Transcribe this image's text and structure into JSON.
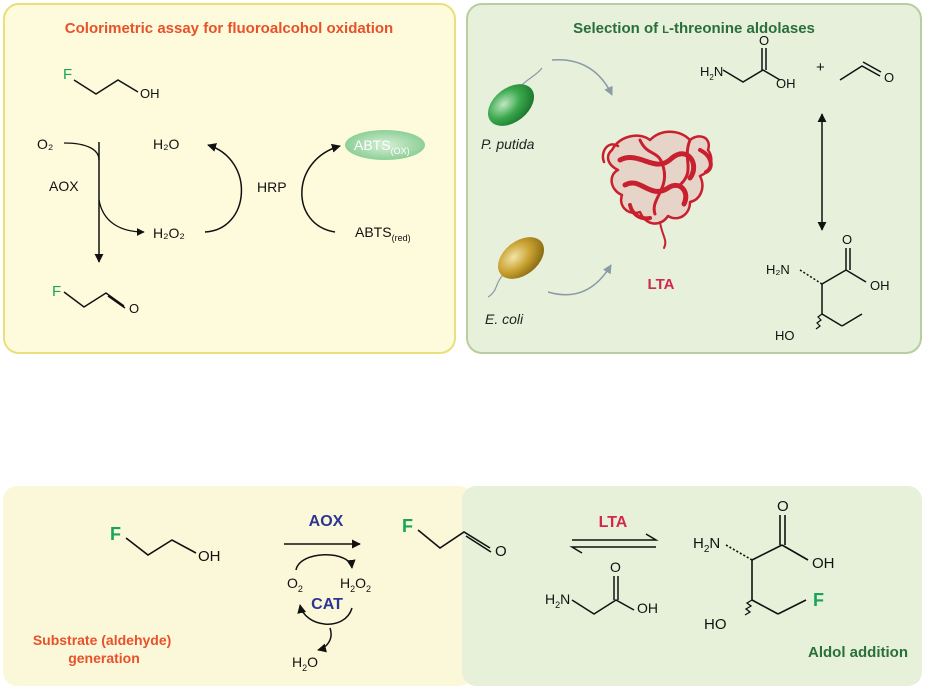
{
  "panels": {
    "assay": {
      "title": "Colorimetric assay for fluoroalcohol oxidation",
      "title_color": "#e8512a",
      "substrate": {
        "f": "F",
        "oh": "OH"
      },
      "product": {
        "f": "F",
        "o": "O"
      },
      "o2": "O₂",
      "aox": "AOX",
      "h2o": "H₂O",
      "h2o2": "H₂O₂",
      "hrp": "HRP",
      "abts_ox": {
        "base": "ABTS",
        "sub": "(OX)"
      },
      "abts_red": {
        "base": "ABTS",
        "sub": "(red)"
      },
      "fluorine_color": "#1aa35a",
      "abts_ox_color": "#7fc98a"
    },
    "aldolase": {
      "title_prefix": "Selection of ",
      "title_small_caps": "L",
      "title_suffix": "-threonine aldolases",
      "title_color": "#2a6f3a",
      "organism1": "P. putida",
      "organism2": "E. coli",
      "enzyme": "LTA",
      "enzyme_color": "#d22850",
      "glycine": {
        "h2n_h": "H",
        "h2n_sub": "2",
        "h2n_n": "N",
        "o": "O",
        "oh": "OH"
      },
      "plus": "+",
      "acetaldehyde": {
        "o": "O"
      },
      "product": {
        "h2n": "H₂N",
        "o": "O",
        "oh": "OH",
        "ho": "HO"
      },
      "cell1_color": "#3aa84c",
      "cell2_color": "#c9a232",
      "protein_color": "#c8202e"
    },
    "bottom": {
      "substrate": {
        "f": "F",
        "oh": "OH"
      },
      "aox": "AOX",
      "aox_color": "#2b3694",
      "cat": "CAT",
      "cat_color": "#2b3694",
      "o2": {
        "base": "O",
        "sub": "2"
      },
      "h2o2": {
        "h1": "H",
        "s1": "2",
        "o": "O",
        "s2": "2"
      },
      "h2o": {
        "h": "H",
        "s": "2",
        "o": "O"
      },
      "aldehyde": {
        "f": "F",
        "o": "O"
      },
      "lta": "LTA",
      "lta_color": "#d22850",
      "glycine": {
        "h2n_h": "H",
        "h2n_sub": "2",
        "h2n_n": "N",
        "o": "O",
        "oh": "OH"
      },
      "product": {
        "h2n_h": "H",
        "h2n_sub": "2",
        "h2n_n": "N",
        "o": "O",
        "oh": "OH",
        "ho": "HO",
        "f": "F"
      },
      "label_left_line1": "Substrate (aldehyde)",
      "label_left_line2": "generation",
      "label_left_color": "#e8512a",
      "label_right": "Aldol addition",
      "label_right_color": "#2a6f3a",
      "fluorine_color": "#1aa35a"
    }
  }
}
